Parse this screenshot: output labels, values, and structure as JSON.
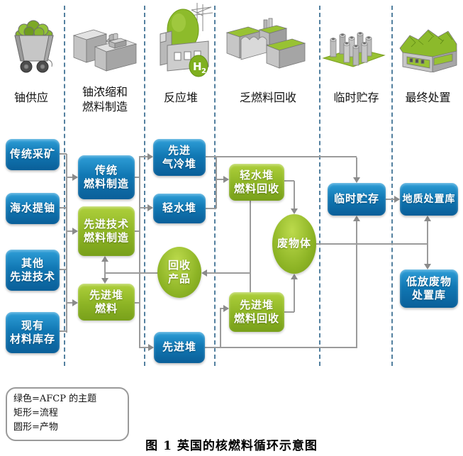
{
  "figure": {
    "caption": "图 1 英国的核燃料循环示意图"
  },
  "columns": [
    {
      "id": "uranium-supply",
      "icon": "mine-cart-icon",
      "label_lines": [
        "铀供应"
      ]
    },
    {
      "id": "enrichment-fab",
      "icon": "enrichment-plant-icon",
      "label_lines": [
        "铀浓缩和",
        "燃料制造"
      ]
    },
    {
      "id": "reactor",
      "icon": "reactor-icon",
      "label_lines": [
        "反应堆"
      ]
    },
    {
      "id": "spent-fuel-recycle",
      "icon": "recycle-plant-icon",
      "label_lines": [
        "乏燃料回收"
      ]
    },
    {
      "id": "interim-storage",
      "icon": "storage-canisters-icon",
      "label_lines": [
        "临时贮存"
      ]
    },
    {
      "id": "final-disposal",
      "icon": "disposal-site-icon",
      "label_lines": [
        "最终处置"
      ]
    }
  ],
  "nodes": {
    "traditional_mining": {
      "lines": [
        "传统采矿"
      ],
      "shape": "rect",
      "theme": "blue"
    },
    "seawater_uranium": {
      "lines": [
        "海水提铀"
      ],
      "shape": "rect",
      "theme": "blue"
    },
    "other_advanced_tech": {
      "lines": [
        "其他",
        "先进技术"
      ],
      "shape": "rect",
      "theme": "blue"
    },
    "existing_stockpile": {
      "lines": [
        "现有",
        "材料库存"
      ],
      "shape": "rect",
      "theme": "blue"
    },
    "traditional_fuel_fab": {
      "lines": [
        "传统",
        "燃料制造"
      ],
      "shape": "rect",
      "theme": "blue"
    },
    "advanced_tech_fuel_fab": {
      "lines": [
        "先进技术",
        "燃料制造"
      ],
      "shape": "rect",
      "theme": "green"
    },
    "advanced_reactor_fuel": {
      "lines": [
        "先进堆",
        "燃料"
      ],
      "shape": "rect",
      "theme": "green"
    },
    "agr": {
      "lines": [
        "先进",
        "气冷堆"
      ],
      "shape": "rect",
      "theme": "blue"
    },
    "lwr": {
      "lines": [
        "轻水堆"
      ],
      "shape": "rect",
      "theme": "blue"
    },
    "recycled_products": {
      "lines": [
        "回收",
        "产品"
      ],
      "shape": "ellipse",
      "theme": "green"
    },
    "advanced_reactor": {
      "lines": [
        "先进堆"
      ],
      "shape": "rect",
      "theme": "blue"
    },
    "lwr_fuel_recycle": {
      "lines": [
        "轻水堆",
        "燃料回收"
      ],
      "shape": "rect",
      "theme": "green"
    },
    "waste_form": {
      "lines": [
        "废物体"
      ],
      "shape": "ellipse",
      "theme": "green"
    },
    "ar_fuel_recycle": {
      "lines": [
        "先进堆",
        "燃料回收"
      ],
      "shape": "rect",
      "theme": "green"
    },
    "interim_storage": {
      "lines": [
        "临时贮存"
      ],
      "shape": "rect",
      "theme": "blue"
    },
    "geological_repository": {
      "lines": [
        "地质处置库"
      ],
      "shape": "rect",
      "theme": "blue"
    },
    "llw_repository": {
      "lines": [
        "低放废物",
        "处置库"
      ],
      "shape": "rect",
      "theme": "blue"
    }
  },
  "reactor_badge": {
    "h": "H",
    "sub": "2"
  },
  "legend": {
    "lines": [
      "绿色=AFCP 的主题",
      "矩形=流程",
      "圆形=产物"
    ]
  },
  "colors": {
    "box_blue": "#0d6aa6",
    "box_green": "#86ad1f",
    "connector": "#9b9b9b",
    "separator": "#53809f"
  }
}
